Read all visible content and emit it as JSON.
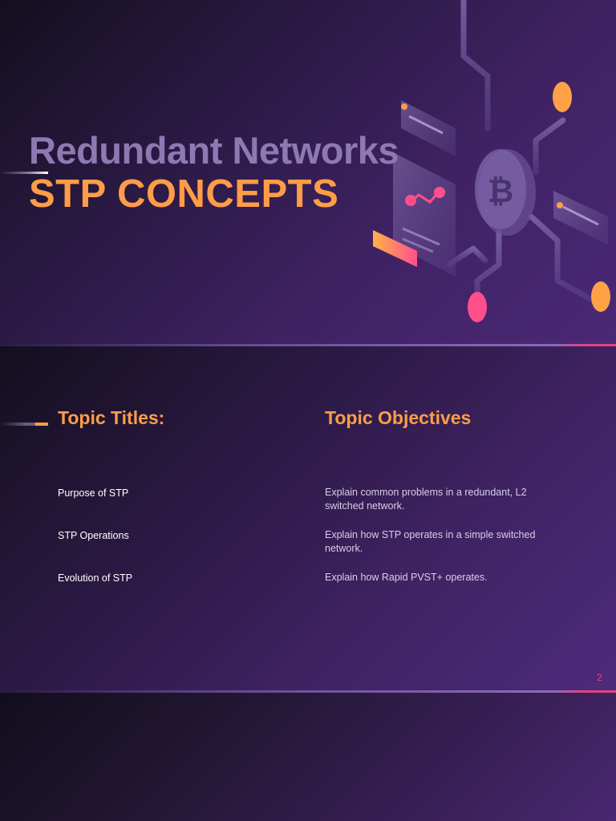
{
  "slide1": {
    "title_line1": "Redundant Networks",
    "title_line2": "STP CONCEPTS",
    "illustration_icon": "bitcoin-circuit-illustration"
  },
  "slide2": {
    "heading_left": "Topic Titles:",
    "heading_right": "Topic Objectives",
    "topics": [
      {
        "title": "Purpose of STP",
        "objective": "Explain common problems in a redundant, L2 switched network."
      },
      {
        "title": "STP Operations",
        "objective": "Explain how STP operates in a simple switched network."
      },
      {
        "title": "Evolution of STP",
        "objective": "Explain how Rapid PVST+ operates."
      }
    ],
    "page_number": "2"
  },
  "colors": {
    "accent_orange": "#ff9d47",
    "accent_pink": "#e0457f",
    "title_muted": "#8f79b2",
    "background_purple": "#3f2263"
  }
}
